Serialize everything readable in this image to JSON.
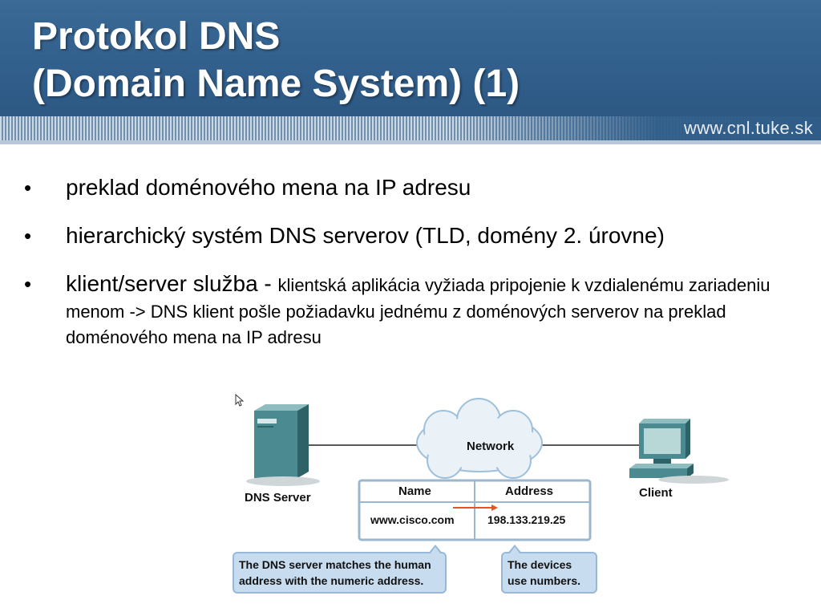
{
  "header": {
    "title_line1": "Protokol DNS",
    "title_line2": "(Domain Name System) (1)",
    "site_url": "www.cnl.tuke.sk"
  },
  "bullets": [
    {
      "marker": "•",
      "main": "preklad doménového mena na IP adresu",
      "sub": ""
    },
    {
      "marker": "•",
      "main": "hierarchický systém DNS serverov (TLD, domény 2. úrovne)",
      "sub": ""
    },
    {
      "marker": "•",
      "main": "klient/server služba - ",
      "sub": "klientská aplikácia vyžiada pripojenie k vzdialenému zariadeniu menom -> DNS klient pošle požiadavku jednému z doménových serverov na preklad doménového mena na IP adresu"
    }
  ],
  "diagram": {
    "server_label": "DNS Server",
    "network_label": "Network",
    "client_label": "Client",
    "table": {
      "headers": [
        "Name",
        "Address"
      ],
      "rows": [
        [
          "www.cisco.com",
          "198.133.219.25"
        ]
      ]
    },
    "callout_left": [
      "The DNS server matches the human",
      "address with the numeric address."
    ],
    "callout_right": [
      "The devices",
      "use numbers."
    ]
  },
  "icons": [
    "server-icon",
    "cloud-icon",
    "computer-icon",
    "arrow-icon",
    "cursor-icon"
  ],
  "colors": {
    "header_bg": "#2f5c88",
    "callout_bg": "#c8dcef",
    "arrow": "#e8541c",
    "device": "#3f7f85"
  }
}
